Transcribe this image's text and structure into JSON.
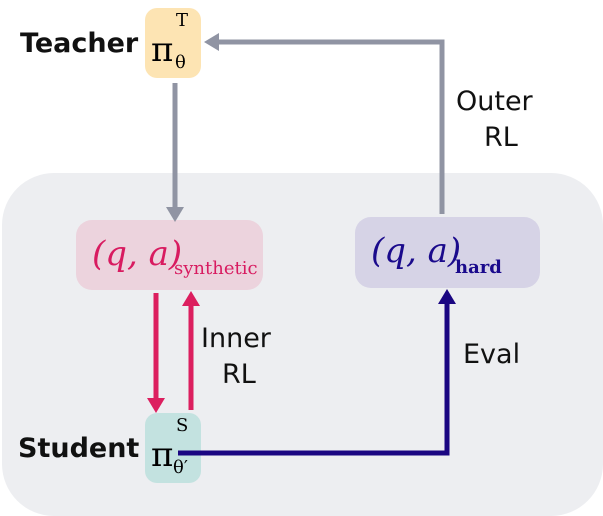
{
  "teacher": {
    "label": "Teacher",
    "symbol": "π",
    "sup": "T",
    "sub": "θ",
    "color": "#fde4b3"
  },
  "student": {
    "label": "Student",
    "symbol": "π",
    "sup": "S",
    "sub": "θ′",
    "color": "#c3e2e0"
  },
  "synthetic": {
    "text": "(q, a)",
    "sub": "synthetic",
    "color": "#ecd3dd",
    "text_color": "#d81b60"
  },
  "hard": {
    "text": "(q, a)",
    "sub": "hard",
    "color": "#d6d3e6",
    "text_color": "#1a0a8c"
  },
  "labels": {
    "outer_1": "Outer",
    "outer_2": "RL",
    "inner_1": "Inner",
    "inner_2": "RL",
    "eval": "Eval"
  },
  "colors": {
    "outer_arrow": "#9094a3",
    "inner_arrow": "#dc1f5f",
    "eval_arrow": "#1a0682",
    "panel": "#edeef1"
  }
}
